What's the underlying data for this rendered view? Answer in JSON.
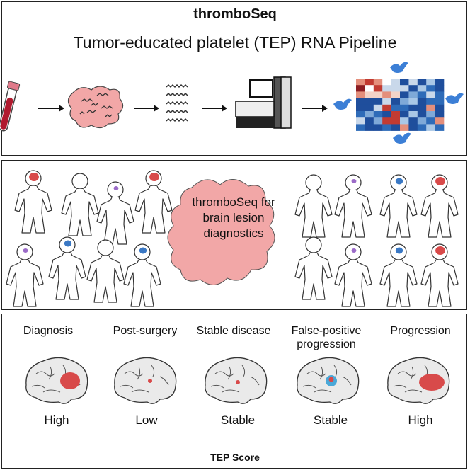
{
  "header": {
    "title": "thromboSeq",
    "subtitle": "Tumor-educated platelet (TEP) RNA Pipeline"
  },
  "middle": {
    "center_text": "thromboSeq for brain lesion diagnostics"
  },
  "stages": [
    {
      "label": "Diagnosis",
      "score": "High",
      "lesion_color": "#d84a4a"
    },
    {
      "label": "Post-surgery",
      "score": "Low",
      "lesion_color": "#d84a4a"
    },
    {
      "label": "Stable disease",
      "score": "Stable",
      "lesion_color": "#d84a4a"
    },
    {
      "label": "False-positive progression",
      "score": "Stable",
      "lesion_color": "#4aa8d8"
    },
    {
      "label": "Progression",
      "score": "High",
      "lesion_color": "#d84a4a"
    }
  ],
  "footer": {
    "axis_label": "TEP Score"
  },
  "colors": {
    "lesion_red": "#d84a4a",
    "lesion_blue": "#3a78c4",
    "lesion_purple": "#9b6bc8",
    "platelet_pink": "#f2a7a7",
    "tube_red": "#b01a2e",
    "bird_blue": "#3c7fd6"
  }
}
